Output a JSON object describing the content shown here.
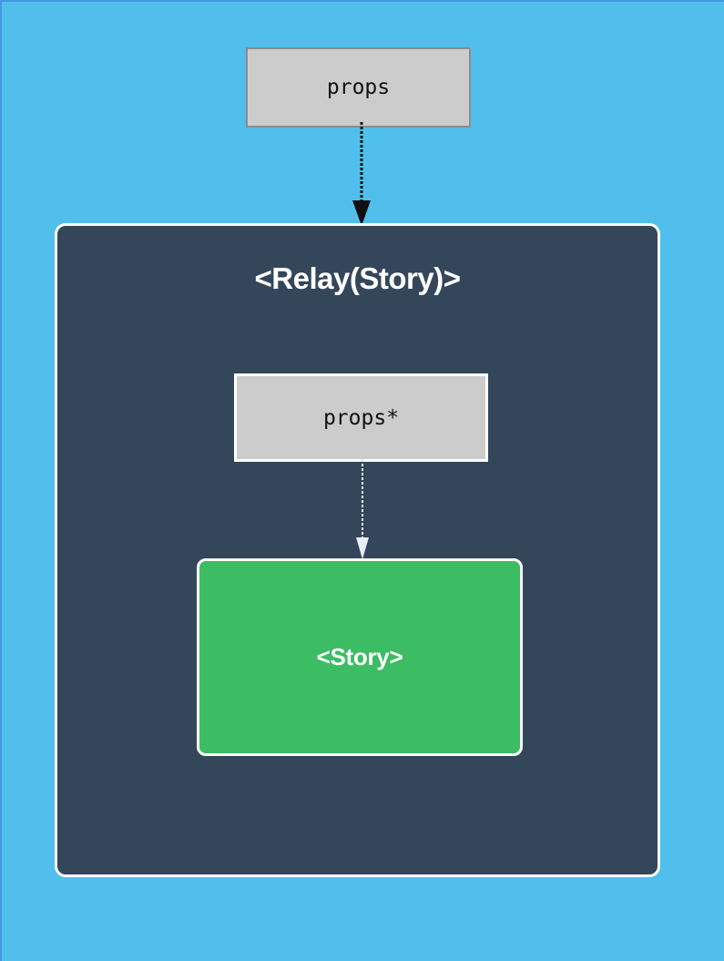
{
  "diagram": {
    "type": "component-hierarchy-diagram",
    "background_color": "#51bfeb",
    "border_color": "#4399db",
    "outer_props": {
      "label": "props",
      "fill": "#cccccc",
      "border": "#8c8c8c"
    },
    "outer_arrow": {
      "name": "props-to-relay-arrow",
      "color": "#111111",
      "style": "dotted-line-with-filled-arrowhead"
    },
    "relay_container": {
      "title": "<Relay(Story)>",
      "fill": "#34465a",
      "border": "#ffffff",
      "inner_props": {
        "label": "props*",
        "fill": "#cccccc",
        "border": "#ffffff"
      },
      "inner_arrow": {
        "name": "props-star-to-story-arrow",
        "color": "#e8eef3",
        "style": "dotted-line-with-filled-arrowhead"
      },
      "story_box": {
        "label": "<Story>",
        "fill": "#3cbc63",
        "border": "#ffffff"
      }
    }
  }
}
